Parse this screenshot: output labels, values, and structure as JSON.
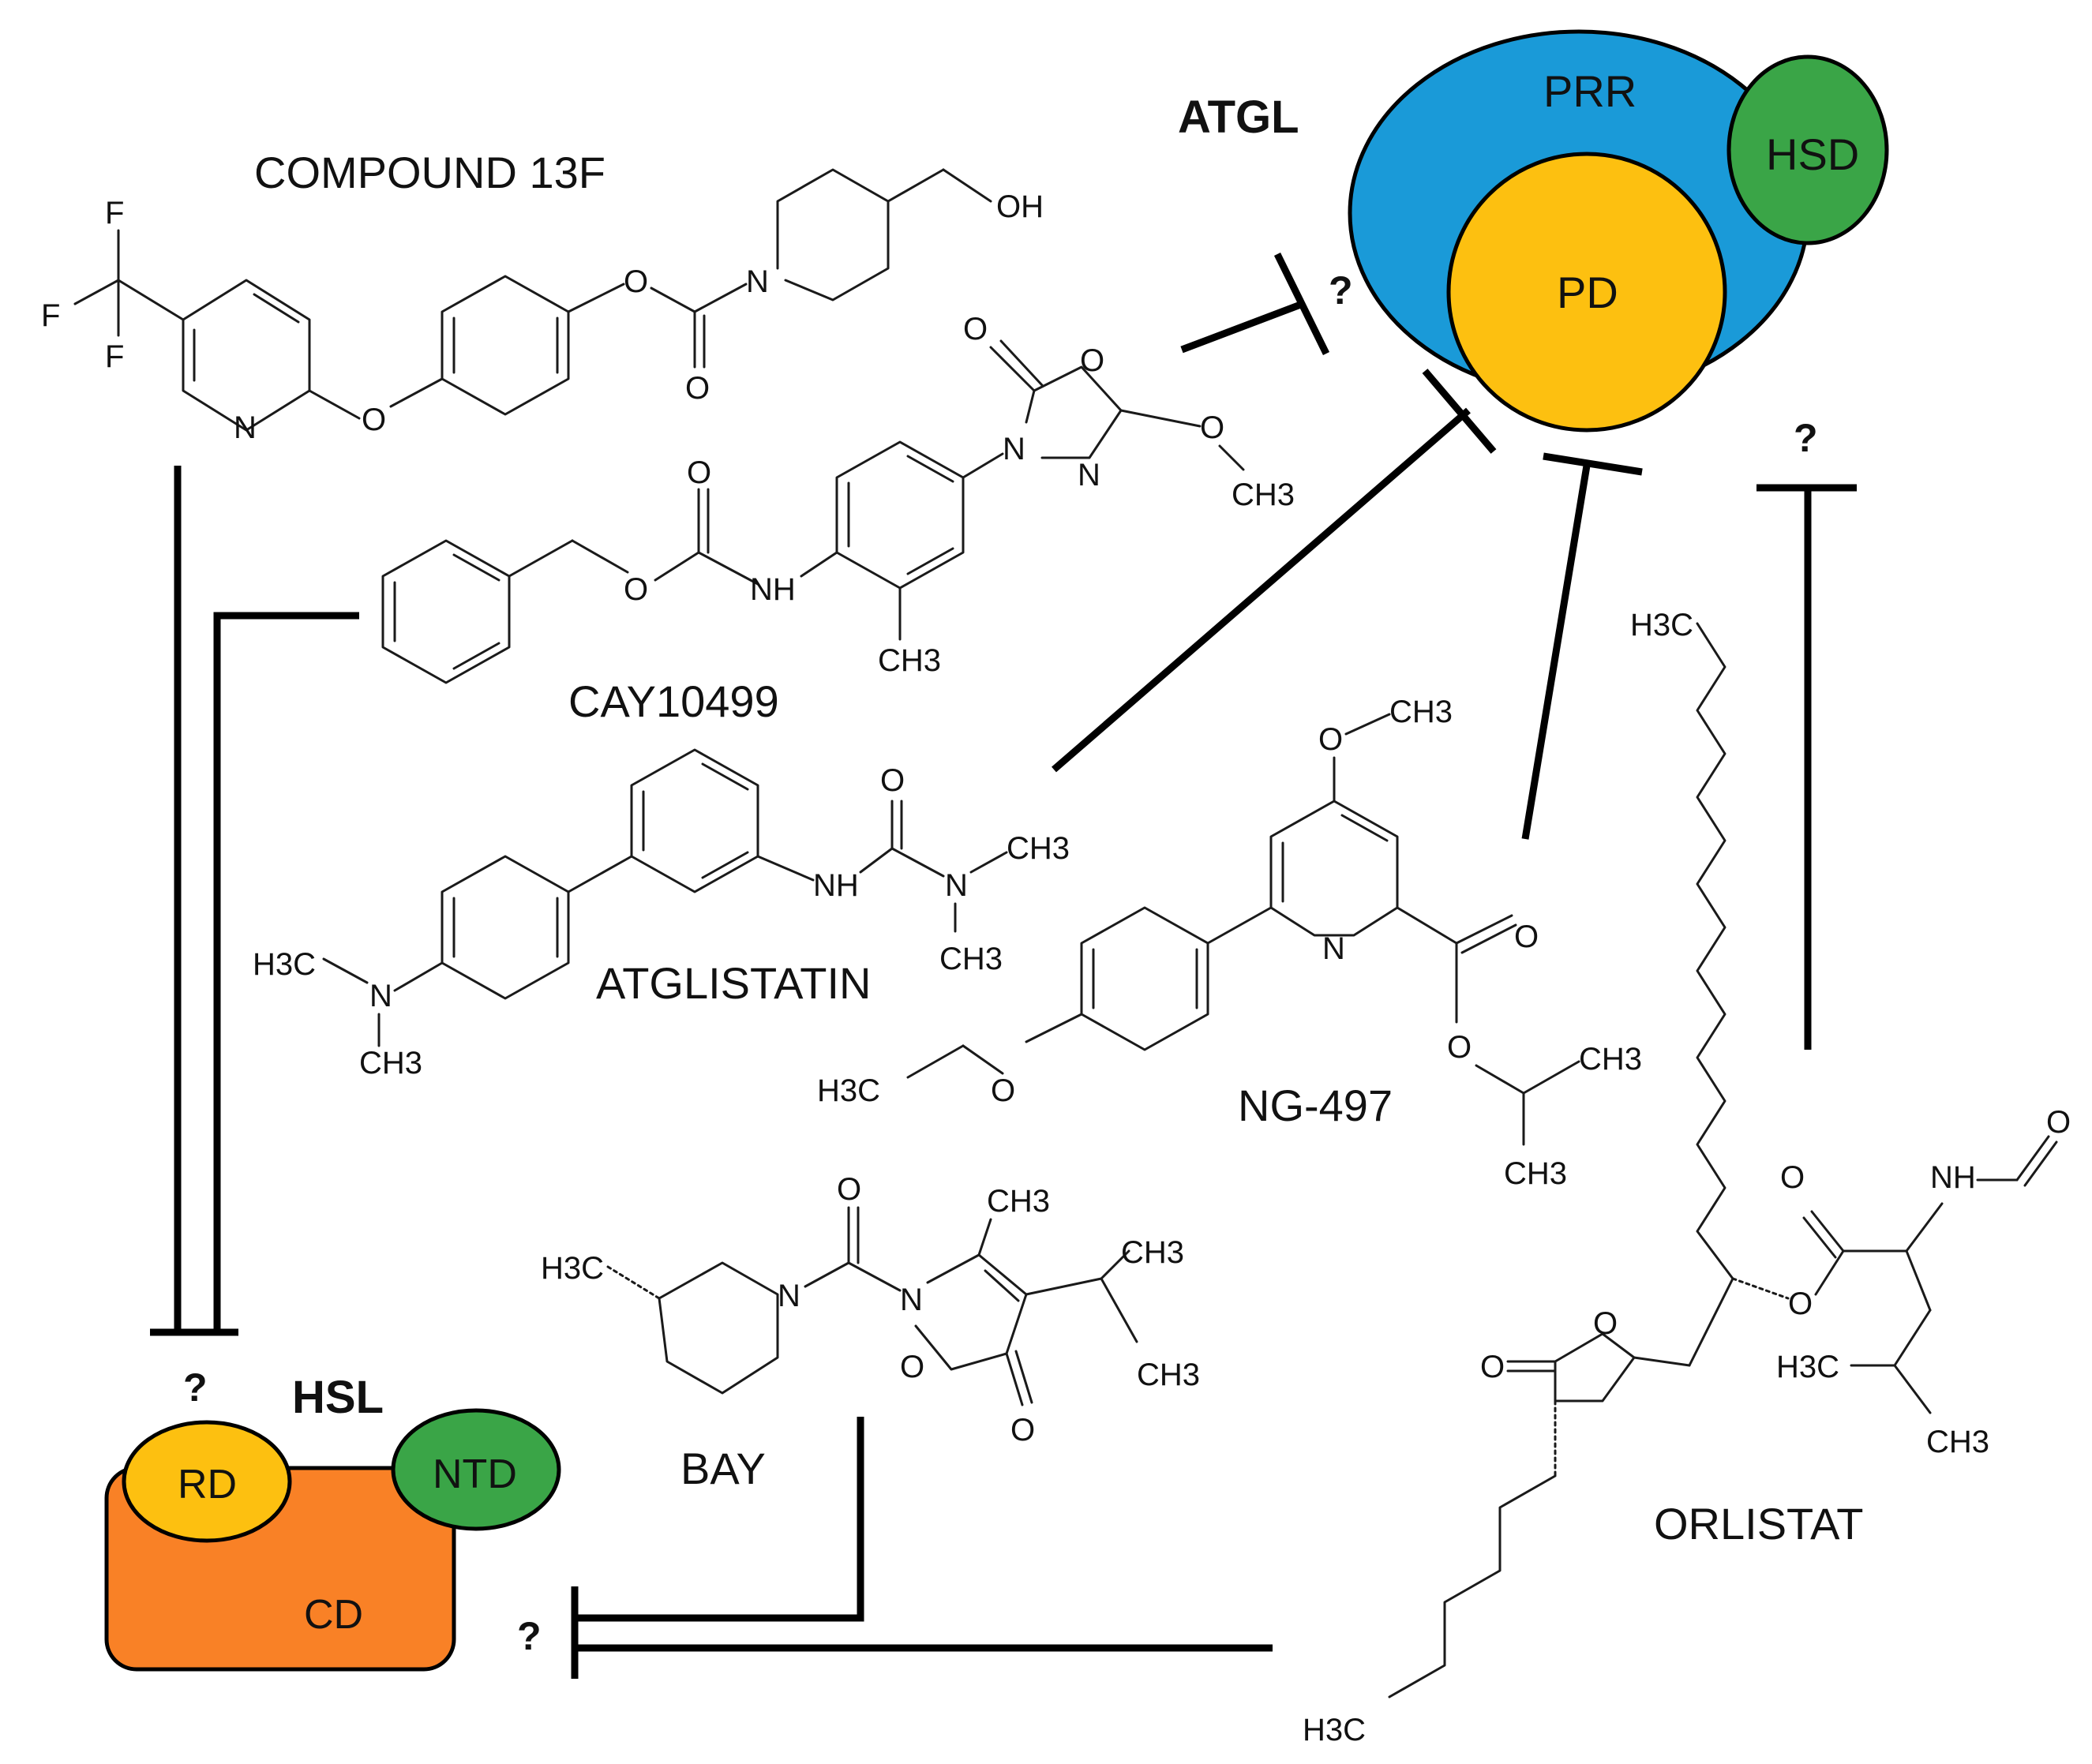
{
  "compounds": {
    "compound13f": "COMPOUND 13F",
    "cay10499": "CAY10499",
    "atglistatin": "ATGLISTATIN",
    "ng497": "NG-497",
    "bay": "BAY",
    "orlistat": "ORLISTAT"
  },
  "enzymes": {
    "atgl": {
      "name": "ATGL",
      "domains": {
        "prr": "PRR",
        "hsd": "HSD",
        "pd": "PD"
      },
      "colors": {
        "prr": "#1a9ad8",
        "hsd": "#3aa547",
        "pd": "#fdc010"
      }
    },
    "hsl": {
      "name": "HSL",
      "domains": {
        "rd": "RD",
        "ntd": "NTD",
        "cd": "CD"
      },
      "colors": {
        "rd": "#fdc010",
        "ntd": "#3aa547",
        "cd": "#f98126"
      }
    }
  },
  "marks": {
    "unknown": "?"
  },
  "atoms": {
    "f": "F",
    "n": "N",
    "o": "O",
    "nh": "NH",
    "oh": "OH",
    "ch3": "CH3",
    "h3c": "H3C"
  }
}
